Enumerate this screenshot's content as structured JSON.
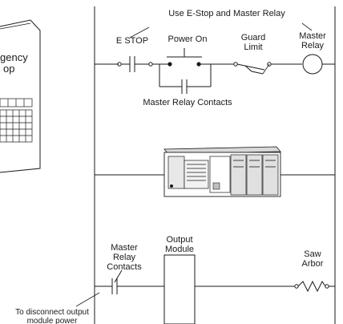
{
  "diagram": {
    "title": "Use E-Stop and Master Relay",
    "estop_label": "E STOP",
    "power_on_label": "Power On",
    "guard_limit_label_1": "Guard",
    "guard_limit_label_2": "Limit",
    "master_relay_label_1": "Master",
    "master_relay_label_2": "Relay",
    "master_relay_contacts_label": "Master Relay Contacts",
    "panel_text_1": "gency",
    "panel_text_2": "op",
    "mrc_label_1": "Master",
    "mrc_label_2": "Relay",
    "mrc_label_3": "Contacts",
    "output_module_label_1": "Output",
    "output_module_label_2": "Module",
    "saw_arbor_label_1": "Saw",
    "saw_arbor_label_2": "Arbor",
    "note_line_1": "To disconnect output",
    "note_line_2": "module power"
  }
}
